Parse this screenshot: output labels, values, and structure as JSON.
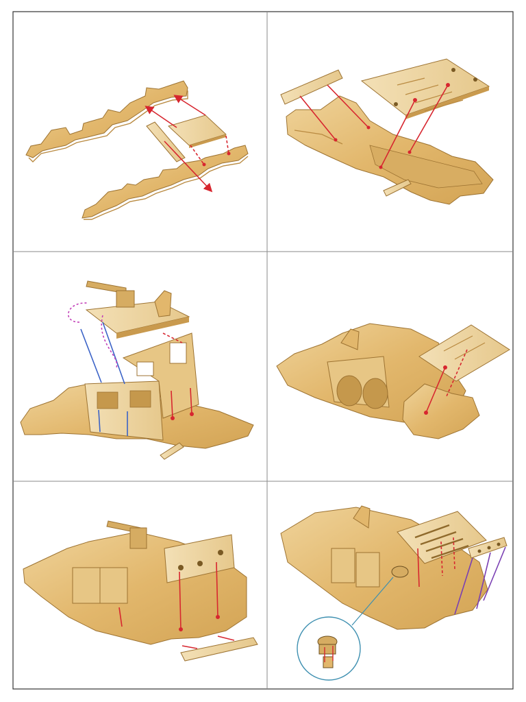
{
  "sheet": {
    "title": "",
    "steps": [
      {
        "id": 1,
        "description": ""
      },
      {
        "id": 2,
        "description": ""
      },
      {
        "id": 3,
        "description": ""
      },
      {
        "id": 4,
        "description": ""
      },
      {
        "id": 5,
        "description": ""
      },
      {
        "id": 6,
        "description": ""
      }
    ]
  },
  "colors": {
    "wood_face": "#e2b76c",
    "wood_light": "#efd6a2",
    "wood_dark": "#b98a41",
    "wood_edge": "#9c7231",
    "arrow_red": "#d7262f",
    "arrow_blue": "#3b63c7",
    "arrow_purple": "#7a3fb3",
    "arrow_magenta": "#c23fb8",
    "callout_teal": "#3d8fb0",
    "border": "#333333",
    "divider": "#8a8a8a"
  }
}
